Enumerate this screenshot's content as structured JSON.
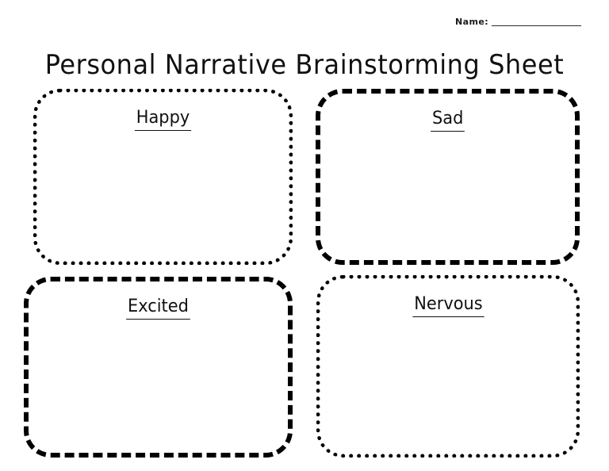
{
  "page": {
    "title": "Personal Narrative Brainstorming Sheet",
    "background_color": "#ffffff",
    "ink_color": "#000000"
  },
  "name_field": {
    "label": "Name:",
    "value": "",
    "placeholder": ""
  },
  "boxes": [
    {
      "id": "happy",
      "label": "Happy",
      "border_style": "dotted",
      "content": ""
    },
    {
      "id": "sad",
      "label": "Sad",
      "border_style": "dashed",
      "content": ""
    },
    {
      "id": "excited",
      "label": "Excited",
      "border_style": "dashed",
      "content": ""
    },
    {
      "id": "nervous",
      "label": "Nervous",
      "border_style": "dotted",
      "content": ""
    }
  ]
}
